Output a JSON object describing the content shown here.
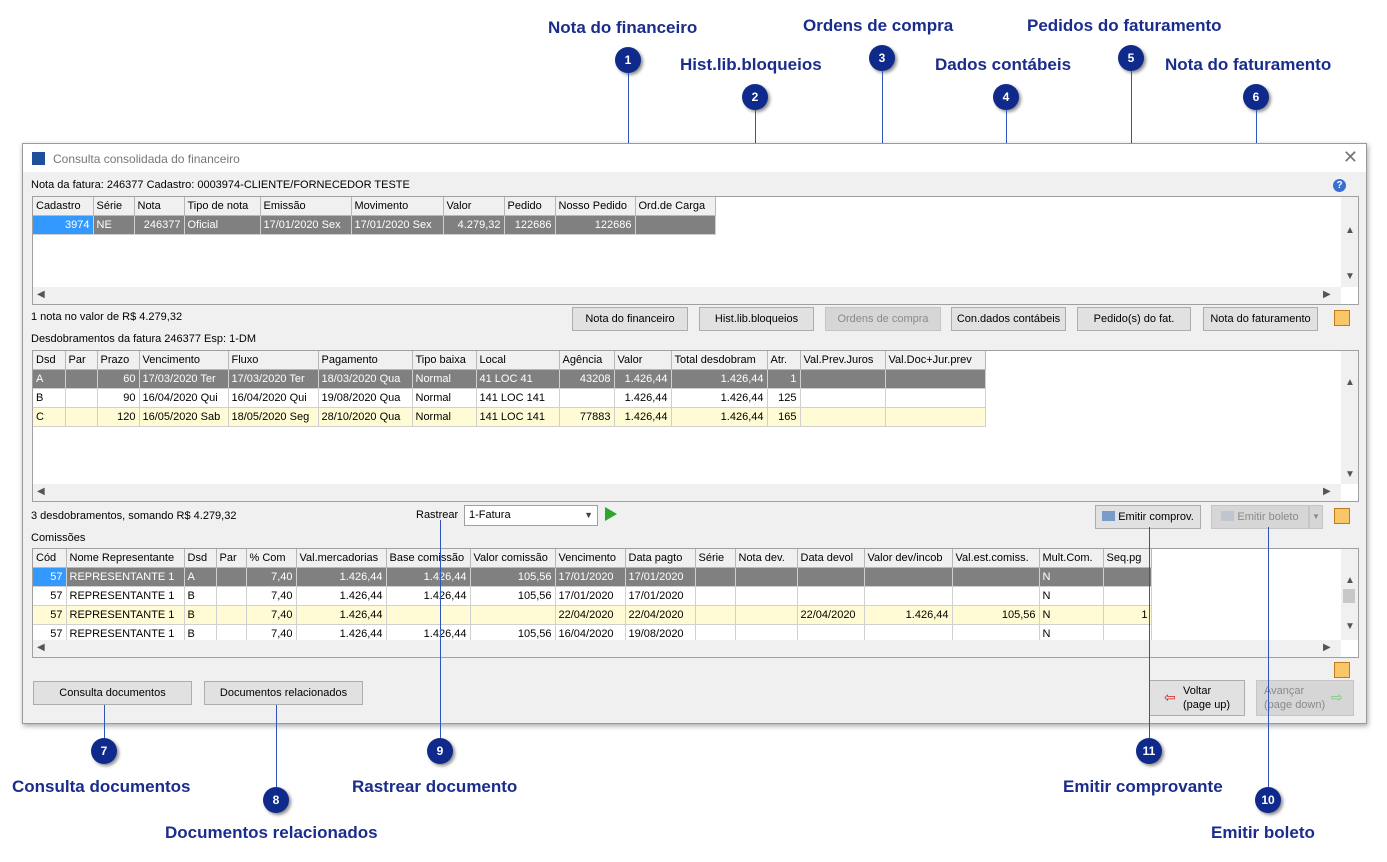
{
  "callouts": [
    {
      "num": "1",
      "label": "Nota do financeiro"
    },
    {
      "num": "2",
      "label": "Hist.lib.bloqueios"
    },
    {
      "num": "3",
      "label": "Ordens de compra"
    },
    {
      "num": "4",
      "label": "Dados contábeis"
    },
    {
      "num": "5",
      "label": "Pedidos do faturamento"
    },
    {
      "num": "6",
      "label": "Nota do faturamento"
    },
    {
      "num": "7",
      "label": "Consulta documentos"
    },
    {
      "num": "8",
      "label": "Documentos relacionados"
    },
    {
      "num": "9",
      "label": "Rastrear documento"
    },
    {
      "num": "10",
      "label": "Emitir boleto"
    },
    {
      "num": "11",
      "label": "Emitir comprovante"
    }
  ],
  "window": {
    "title": "Consulta consolidada do financeiro",
    "info_line": "Nota da fatura:   246377  Cadastro:  0003974-CLIENTE/FORNECEDOR TESTE",
    "help_glyph": "?"
  },
  "notes": {
    "columns": [
      "Cadastro",
      "Série",
      "Nota",
      "Tipo de nota",
      "Emissão",
      "Movimento",
      "Valor",
      "Pedido",
      "Nosso Pedido",
      "Ord.de Carga"
    ],
    "rows": [
      [
        "3974",
        "NE",
        "246377",
        "Oficial",
        "17/01/2020 Sex",
        "17/01/2020 Sex",
        "4.279,32",
        "122686",
        "122686",
        ""
      ]
    ],
    "summary": "1 nota no valor de R$ 4.279,32"
  },
  "buttons_top": {
    "nota_financeiro": "Nota do financeiro",
    "hist_lib": "Hist.lib.bloqueios",
    "ordens_compra": "Ordens de compra",
    "dados_contabeis": "Con.dados contábeis",
    "pedidos_fat": "Pedido(s) do fat.",
    "nota_fat": "Nota do faturamento"
  },
  "desdobramentos": {
    "header": "Desdobramentos da fatura    246377 Esp:   1-DM",
    "columns": [
      "Dsd",
      "Par",
      "Prazo",
      "Vencimento",
      "Fluxo",
      "Pagamento",
      "Tipo baixa",
      "Local",
      "Agência",
      "Valor",
      "Total desdobram",
      "Atr.",
      "Val.Prev.Juros",
      "Val.Doc+Jur.prev"
    ],
    "rows": [
      [
        "A",
        "",
        "60",
        "17/03/2020 Ter",
        "17/03/2020 Ter",
        "18/03/2020 Qua",
        "Normal",
        "41 LOC 41",
        "43208",
        "1.426,44",
        "1.426,44",
        "1",
        "",
        ""
      ],
      [
        "B",
        "",
        "90",
        "16/04/2020 Qui",
        "16/04/2020 Qui",
        "19/08/2020 Qua",
        "Normal",
        "141 LOC 141",
        "",
        "1.426,44",
        "1.426,44",
        "125",
        "",
        ""
      ],
      [
        "C",
        "",
        "120",
        "16/05/2020 Sab",
        "18/05/2020 Seg",
        "28/10/2020 Qua",
        "Normal",
        "141 LOC 141",
        "77883",
        "1.426,44",
        "1.426,44",
        "165",
        "",
        ""
      ]
    ],
    "summary": "3 desdobramentos, somando R$ 4.279,32"
  },
  "rastrear": {
    "label": "Rastrear",
    "value": "1-Fatura"
  },
  "emit": {
    "comprov": "Emitir comprov.",
    "boleto": "Emitir boleto"
  },
  "comissoes": {
    "header": "Comissões",
    "columns": [
      "Cód",
      "Nome Representante",
      "Dsd",
      "Par",
      "% Com",
      "Val.mercadorias",
      "Base comissão",
      "Valor comissão",
      "Vencimento",
      "Data pagto",
      "Série",
      "Nota dev.",
      "Data devol",
      "Valor dev/incob",
      "Val.est.comiss.",
      "Mult.Com.",
      "Seq.pg"
    ],
    "rows": [
      [
        "57",
        "REPRESENTANTE 1",
        "A",
        "",
        "7,40",
        "1.426,44",
        "1.426,44",
        "105,56",
        "17/01/2020",
        "17/01/2020",
        "",
        "",
        "",
        "",
        "",
        "N",
        ""
      ],
      [
        "57",
        "REPRESENTANTE 1",
        "B",
        "",
        "7,40",
        "1.426,44",
        "1.426,44",
        "105,56",
        "17/01/2020",
        "17/01/2020",
        "",
        "",
        "",
        "",
        "",
        "N",
        ""
      ],
      [
        "57",
        "REPRESENTANTE 1",
        "B",
        "",
        "7,40",
        "1.426,44",
        "",
        "",
        "22/04/2020",
        "22/04/2020",
        "",
        "",
        "22/04/2020",
        "1.426,44",
        "105,56",
        "N",
        "1"
      ],
      [
        "57",
        "REPRESENTANTE 1",
        "B",
        "",
        "7,40",
        "1.426,44",
        "1.426,44",
        "105,56",
        "16/04/2020",
        "19/08/2020",
        "",
        "",
        "",
        "",
        "",
        "N",
        ""
      ]
    ]
  },
  "footer": {
    "consulta_docs": "Consulta documentos",
    "docs_relacionados": "Documentos relacionados",
    "voltar": "Voltar",
    "voltar_sub": "(page up)",
    "avancar": "Avançar",
    "avancar_sub": "(page down)"
  },
  "colors": {
    "callout": "#1b2d8c",
    "badge": "#0f2a8a",
    "selected_row": "#808080",
    "selected_cell": "#3399ff",
    "highlight_row": "#fffbd4"
  }
}
